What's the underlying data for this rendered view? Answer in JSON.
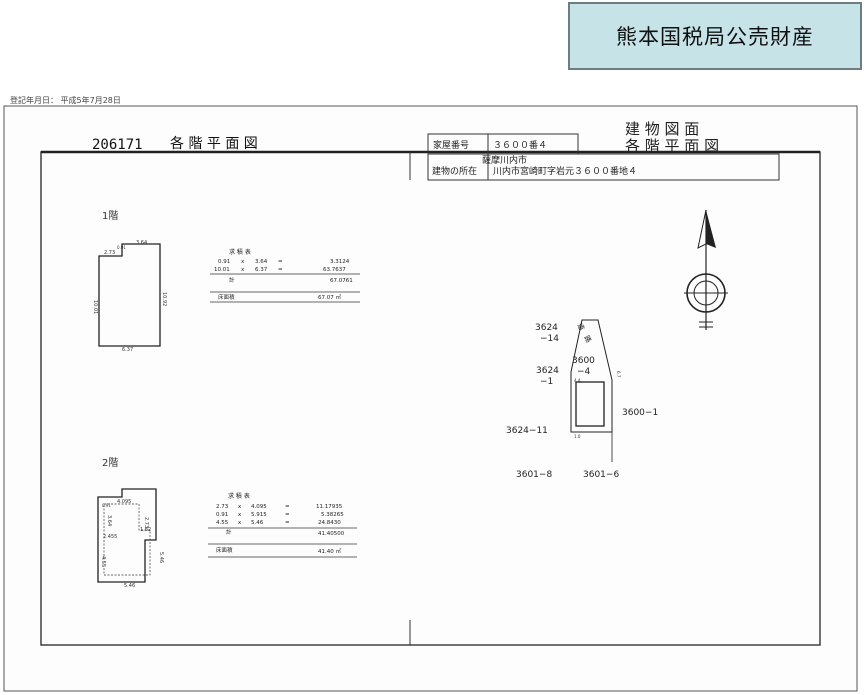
{
  "badge": {
    "text": "熊本国税局公売財産"
  },
  "header": {
    "registration_date": "登記年月日： 平成5年7月28日",
    "doc_number": "206171",
    "doc_title": "各 階 平 面 図",
    "right_title_1": "建 物 図 面",
    "right_title_2": "各 階 平 面 図"
  },
  "info_table": {
    "house_no_label": "家屋番号",
    "house_no_value": "３６００番４",
    "location_label": "建物の所在",
    "location_prefix": "薩摩川内市",
    "location_value": "川内市宮崎町字岩元３６００番地４"
  },
  "floor1": {
    "label": "1階",
    "dims": {
      "top": "3.64",
      "notch": "2.73",
      "left": "10.01",
      "right": "10.92",
      "bottom": "6.37",
      "small": "0.91"
    },
    "calc_title": "求 積 表",
    "rows": [
      {
        "a": "0.91",
        "x": "x",
        "b": "3.64",
        "eq": "=",
        "r": "3.3124"
      },
      {
        "a": "10.01",
        "x": "x",
        "b": "6.37",
        "eq": "=",
        "r": "63.7637"
      }
    ],
    "total_label": "計",
    "total_value": "67.0761",
    "floor_area_label": "床面積",
    "floor_area_value": "67.07 ㎡"
  },
  "floor2": {
    "label": "2階",
    "dims": {
      "top": "4.095",
      "right_upper": "2.73",
      "notch_h": "0.91",
      "left_upper": "3.64",
      "inner": "2.455",
      "step": "1.82",
      "left": "4.55",
      "right": "5.46",
      "bottom": "5.46"
    },
    "calc_title": "求 積 表",
    "rows": [
      {
        "a": "2.73",
        "x": "x",
        "b": "4.095",
        "eq": "=",
        "r": "11.17935"
      },
      {
        "a": "0.91",
        "x": "x",
        "b": "5.915",
        "eq": "=",
        "r": "5.38265"
      },
      {
        "a": "4.55",
        "x": "x",
        "b": "5.46",
        "eq": "=",
        "r": "24.8430"
      }
    ],
    "total_label": "計",
    "total_value": "41.40500",
    "floor_area_label": "床面積",
    "floor_area_value": "41.40 ㎡"
  },
  "site_map": {
    "p1": "3624",
    "p1b": "−14",
    "p2": "3624",
    "p2b": "−1",
    "p3": "3600",
    "p3b": "−4",
    "p4": "3600−1",
    "p5": "3624−11",
    "p6": "3601−8",
    "p7": "3601−6",
    "road": "道　路",
    "dim_a": "4.4",
    "dim_b": "1.0",
    "dim_c": "6.7"
  }
}
